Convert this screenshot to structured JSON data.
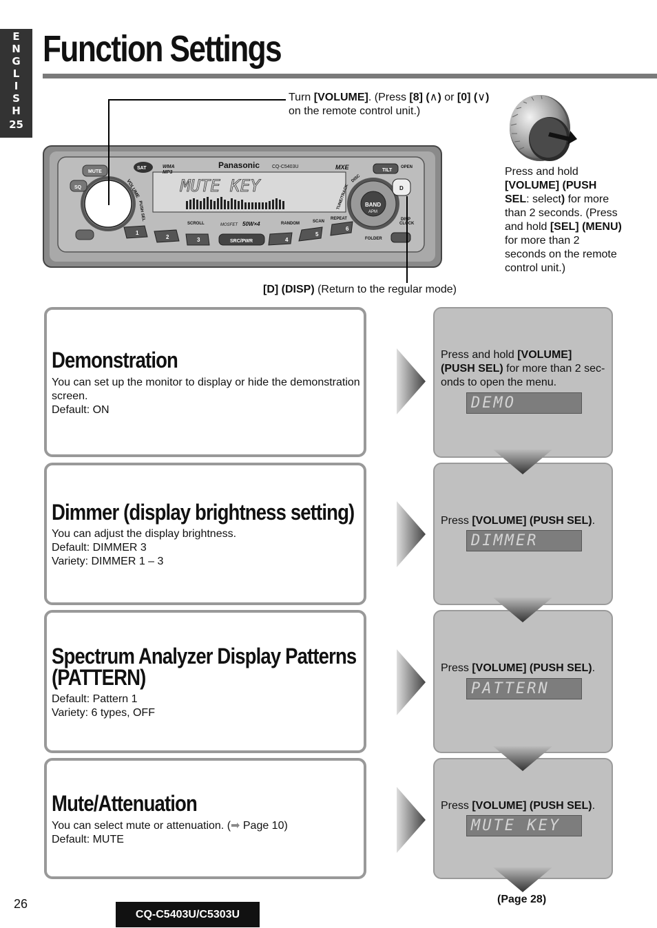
{
  "side_tab": {
    "letters": [
      "E",
      "N",
      "G",
      "L",
      "I",
      "S",
      "H"
    ],
    "page": "25"
  },
  "title": "Function Settings",
  "callouts": {
    "top_pre": "Turn ",
    "top_b1": "[VOLUME]",
    "top_mid": ". (Press ",
    "top_b2": "[8] (",
    "top_b2_end": ")",
    "top_or": " or ",
    "top_b3": "[0] (",
    "top_b3_end": ")",
    "top_line2": "on the remote control unit.)",
    "right_l1": "Press and hold",
    "right_b1": "[VOLUME] (PUSH SEL",
    "right_mid": ": select",
    "right_b1b": ")",
    "right_mid2": " for more than 2 seconds. (Press and hold ",
    "right_b2": "[SEL] (MENU)",
    "right_end": " for more than 2 seconds on the remote control unit.)",
    "bottom_b": "[D] (DISP)",
    "bottom_text": " (Return to the regular mode)"
  },
  "radio": {
    "brand": "Panasonic",
    "model": "CQ-C5403U",
    "display_text": "MUTE KEY",
    "labels": {
      "mute": "MUTE",
      "sq": "SQ",
      "tilt": "TILT",
      "open": "OPEN",
      "d": "D",
      "band": "BAND",
      "apm": "APM",
      "scroll": "SCROLL",
      "random": "RANDOM",
      "scan": "SCAN",
      "repeat": "REPEAT",
      "folder": "FOLDER",
      "src": "SRC/PWR",
      "disp": "DISP",
      "clock": "CLOCK",
      "power": "50W×4",
      "mosfet": "MOSFET",
      "wma": "WMA",
      "mp3": "MP3",
      "sat": "SAT",
      "mxe": "MXE",
      "volume": "VOLUME",
      "push_sel": "PUSH SEL",
      "tune": "TUNE/TRACK",
      "disc": "DISC"
    },
    "presets": [
      "1",
      "2",
      "3",
      "4",
      "5",
      "6"
    ]
  },
  "sections": [
    {
      "title": "Demonstration",
      "lines": [
        "You can set up the monitor to display or hide the demonstration screen.",
        "Default: ON"
      ]
    },
    {
      "title": "Dimmer (display brightness setting)",
      "lines": [
        "You can adjust the display brightness.",
        "Default: DIMMER 3",
        "Variety: DIMMER 1 – 3"
      ]
    },
    {
      "title": "Spectrum Analyzer Display Patterns (PATTERN)",
      "lines": [
        "Default: Pattern 1",
        "Variety: 6 types, OFF"
      ]
    },
    {
      "title": "Mute/Attenuation",
      "lines": [
        "You can select mute or attenuation. (",
        "Default: MUTE"
      ],
      "page_link": " Page 10)"
    }
  ],
  "steps": [
    {
      "pre": "Press and hold ",
      "bold": "[VOLUME] (PUSH SEL)",
      "post": " for more than 2 sec-onds to open the menu.",
      "lcd": "DEMO"
    },
    {
      "pre": "Press ",
      "bold": "[VOLUME] (PUSH SEL)",
      "post": ".",
      "lcd": "DIMMER"
    },
    {
      "pre": "Press ",
      "bold": "[VOLUME] (PUSH SEL)",
      "post": ".",
      "lcd": "PATTERN"
    },
    {
      "pre": "Press ",
      "bold": "[VOLUME] (PUSH SEL)",
      "post": ".",
      "lcd": "MUTE KEY"
    }
  ],
  "footer": {
    "page": "26",
    "model": "CQ-C5403U/C5303U",
    "page_ref": "(Page 28)"
  }
}
